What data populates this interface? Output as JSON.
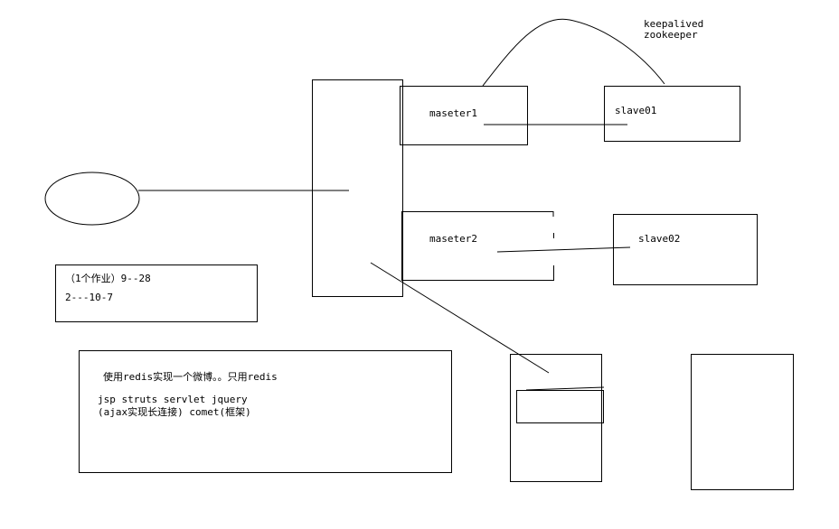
{
  "annotations": {
    "top_note_line1": "keepalived",
    "top_note_line2": "zookeeper"
  },
  "nodes": {
    "master1": "maseter1",
    "master2": "maseter2",
    "slave1": "slave01",
    "slave2": "slave02"
  },
  "homework_box": {
    "line1": "（1个作业）9--28",
    "line2": "2---10-7"
  },
  "task_box": {
    "line1": "使用redis实现一个微博。。只用redis",
    "line2": "jsp struts servlet jquery",
    "line3": "(ajax实现长连接)  comet(框架)"
  }
}
